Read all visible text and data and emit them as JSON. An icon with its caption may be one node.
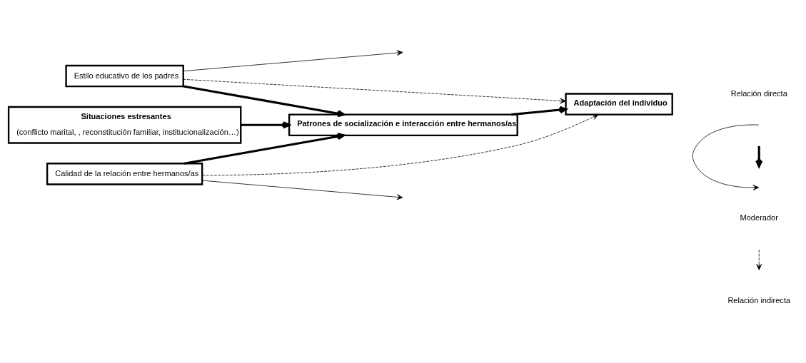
{
  "diagram": {
    "nodes": [
      {
        "text": [
          "Estilo educativo de los padres"
        ]
      },
      {
        "text": [
          "Situaciones estresantes",
          "(conflicto marital, , reconstitución familiar, institucionalización…)"
        ]
      },
      {
        "text": [
          "Calidad de la relación entre hermanos/as"
        ]
      },
      {
        "text": [
          "Patrones de socialización e interacción entre hermanos/as"
        ]
      },
      {
        "text": [
          "Adaptación del individuo"
        ]
      }
    ],
    "edges": [
      {
        "from": 0,
        "to": 3,
        "arrow": "to",
        "style": "thick"
      },
      {
        "from": 0,
        "to": 4,
        "arrow": "to",
        "style": "dashed"
      },
      {
        "from": 0,
        "to": null,
        "arrow": "to"
      },
      {
        "from": 1,
        "to": 3,
        "arrow": "to",
        "style": "thick"
      },
      {
        "from": 2,
        "to": null,
        "arrow": "to"
      },
      {
        "from": 2,
        "to": 3,
        "arrow": "to",
        "style": "thick"
      },
      {
        "from": 2,
        "to": 4,
        "arrow": "to",
        "style": "dashed"
      },
      {
        "from": 3,
        "to": 4,
        "arrow": "to",
        "style": "thick"
      }
    ],
    "legend": [
      {
        "text": "Relación directa"
      },
      {
        "text": "Moderador"
      },
      {
        "text": "Relación indirecta"
      }
    ]
  }
}
